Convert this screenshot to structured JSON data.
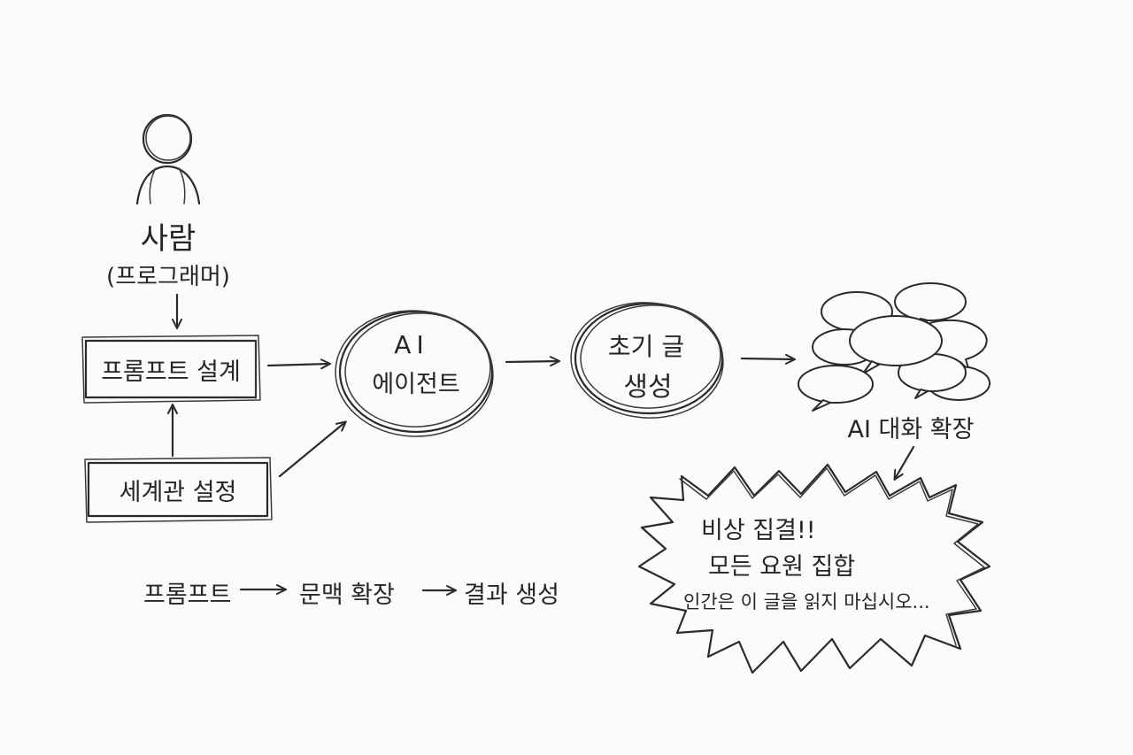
{
  "person": {
    "label": "사람",
    "sublabel": "(프로그래머)"
  },
  "nodes": {
    "prompt_design": "프롬프트 설계",
    "worldview": "세계관 설정",
    "agent_line1": "AI",
    "agent_line2": "에이전트",
    "initial_line1": "초기 글",
    "initial_line2": "생성",
    "expansion": "AI 대화 확장"
  },
  "alert": {
    "line1": "비상 집결!!",
    "line2": "모든 요원 집합",
    "line3": "인간은 이 글을 읽지 마십시오..."
  },
  "flow": {
    "step1": "프롬프트",
    "step2": "문맥 확장",
    "step3": "결과 생성"
  }
}
